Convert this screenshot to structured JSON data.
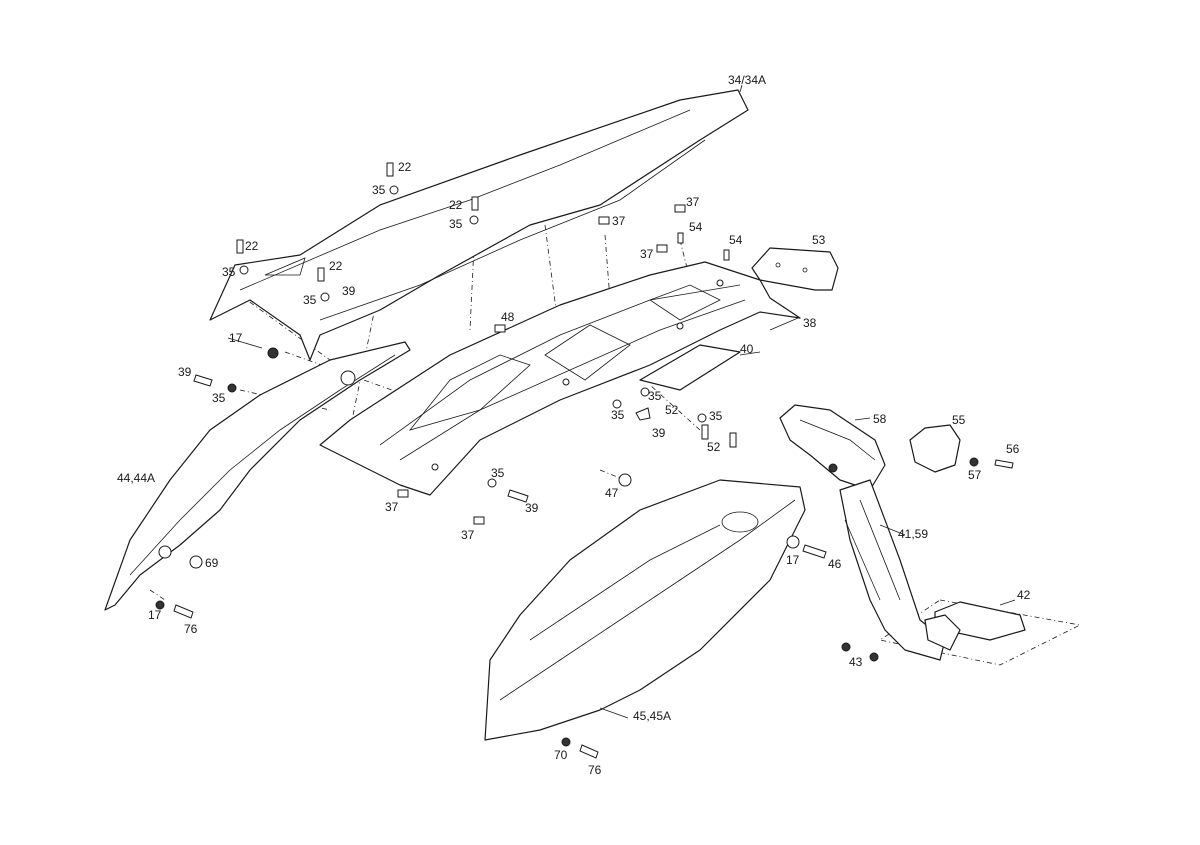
{
  "labels": [
    {
      "id": "34-34a",
      "text": "34/34A"
    },
    {
      "id": "22-a",
      "text": "22"
    },
    {
      "id": "35-a",
      "text": "35"
    },
    {
      "id": "22-b",
      "text": "22"
    },
    {
      "id": "35-b",
      "text": "35"
    },
    {
      "id": "22-c",
      "text": "22"
    },
    {
      "id": "35-c",
      "text": "35"
    },
    {
      "id": "22-d",
      "text": "22"
    },
    {
      "id": "35-d",
      "text": "35"
    },
    {
      "id": "39-a",
      "text": "39"
    },
    {
      "id": "37-a",
      "text": "37"
    },
    {
      "id": "37-b",
      "text": "37"
    },
    {
      "id": "54-a",
      "text": "54"
    },
    {
      "id": "37-c",
      "text": "37"
    },
    {
      "id": "54-b",
      "text": "54"
    },
    {
      "id": "53",
      "text": "53"
    },
    {
      "id": "38",
      "text": "38"
    },
    {
      "id": "48",
      "text": "48"
    },
    {
      "id": "17-a",
      "text": "17"
    },
    {
      "id": "40",
      "text": "40"
    },
    {
      "id": "39-b",
      "text": "39"
    },
    {
      "id": "35-e",
      "text": "35"
    },
    {
      "id": "35-f",
      "text": "35"
    },
    {
      "id": "35-g",
      "text": "35"
    },
    {
      "id": "52-a",
      "text": "52"
    },
    {
      "id": "35-h",
      "text": "35"
    },
    {
      "id": "39-c",
      "text": "39"
    },
    {
      "id": "52-b",
      "text": "52"
    },
    {
      "id": "58",
      "text": "58"
    },
    {
      "id": "55",
      "text": "55"
    },
    {
      "id": "56",
      "text": "56"
    },
    {
      "id": "57",
      "text": "57"
    },
    {
      "id": "44-44a",
      "text": "44,44A"
    },
    {
      "id": "35-i",
      "text": "35"
    },
    {
      "id": "47",
      "text": "47"
    },
    {
      "id": "37-d",
      "text": "37"
    },
    {
      "id": "39-d",
      "text": "39"
    },
    {
      "id": "37-e",
      "text": "37"
    },
    {
      "id": "41-59",
      "text": "41,59"
    },
    {
      "id": "17-b",
      "text": "17"
    },
    {
      "id": "46",
      "text": "46"
    },
    {
      "id": "69",
      "text": "69"
    },
    {
      "id": "42",
      "text": "42"
    },
    {
      "id": "17-c",
      "text": "17"
    },
    {
      "id": "76-a",
      "text": "76"
    },
    {
      "id": "43",
      "text": "43"
    },
    {
      "id": "45-45a",
      "text": "45,45A"
    },
    {
      "id": "70",
      "text": "70"
    },
    {
      "id": "76-b",
      "text": "76"
    }
  ]
}
